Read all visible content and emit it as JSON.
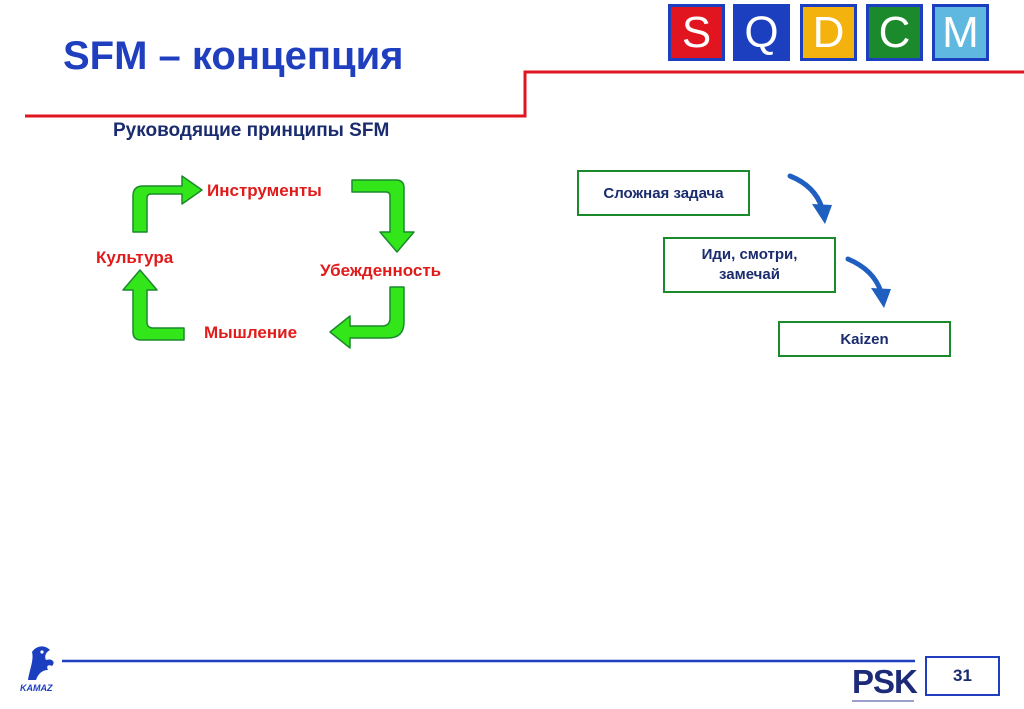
{
  "slide": {
    "title": "SFM – концепция",
    "subtitle": "Руководящие принципы SFM",
    "page_number": "31"
  },
  "sqdcm": {
    "letters": [
      "S",
      "Q",
      "D",
      "C",
      "M"
    ],
    "colors": [
      "#e0151f",
      "#1c3fbf",
      "#f4b20f",
      "#1b8a2c",
      "#5fb8e0"
    ]
  },
  "cycle": {
    "labels": {
      "top": "Инструменты",
      "right": "Убежденность",
      "bottom": "Мышление",
      "left": "Культура"
    },
    "arrow_color": "#33e61a"
  },
  "flow": {
    "steps": [
      "Сложная задача",
      "Иди, смотри,\nзамечай",
      "Kaizen"
    ],
    "arrow_color": "#1f5fbf"
  },
  "footer": {
    "psk_logo": "PSK",
    "kamaz_logo": "KAMAZ"
  },
  "colors": {
    "accent_red": "#e0151f",
    "title_blue": "#1f3fbf",
    "box_green": "#1b8a2c"
  }
}
